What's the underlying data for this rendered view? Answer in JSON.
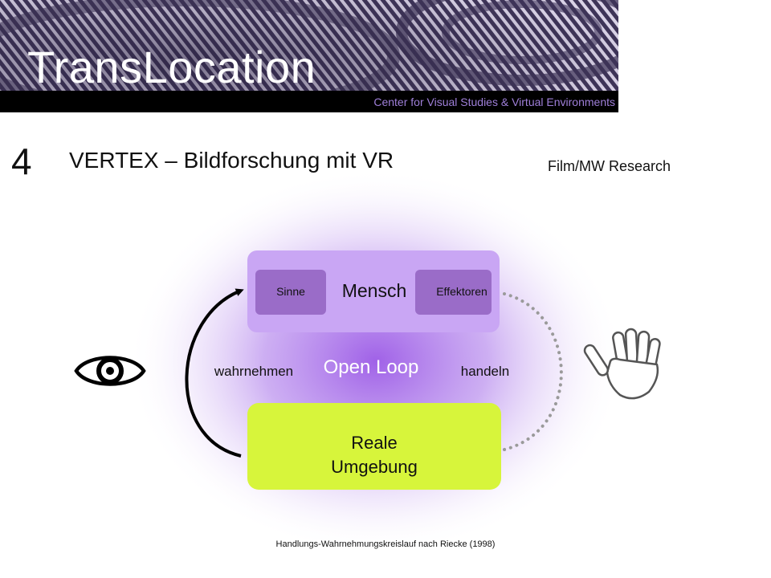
{
  "header": {
    "title": "TransLocation",
    "subtitle": "Center for Visual Studies & Virtual Environments",
    "bg_color": "#3e3458",
    "accent_color": "#9f7fd9"
  },
  "slide": {
    "number": "4",
    "title": "VERTEX  – Bildforschung mit VR",
    "tag": "Film/MW Research"
  },
  "diagram": {
    "human_box": {
      "label": "Mensch",
      "senses_label": "Sinne",
      "effectors_label": "Effektoren",
      "color": "#c9a6f4",
      "inner_color": "#9a6cc8"
    },
    "environment_box": {
      "label_line1": "Reale",
      "label_line2": "Umgebung",
      "color": "#d7f53b"
    },
    "loop_label": "Open Loop",
    "perceive_label": "wahrnehmen",
    "act_label": "handeln",
    "left_icon": "eye-icon",
    "right_icon": "hand-icon",
    "glow_color": "#9b59e6"
  },
  "caption": "Handlungs-Wahrnehmungskreislauf nach Riecke (1998)"
}
